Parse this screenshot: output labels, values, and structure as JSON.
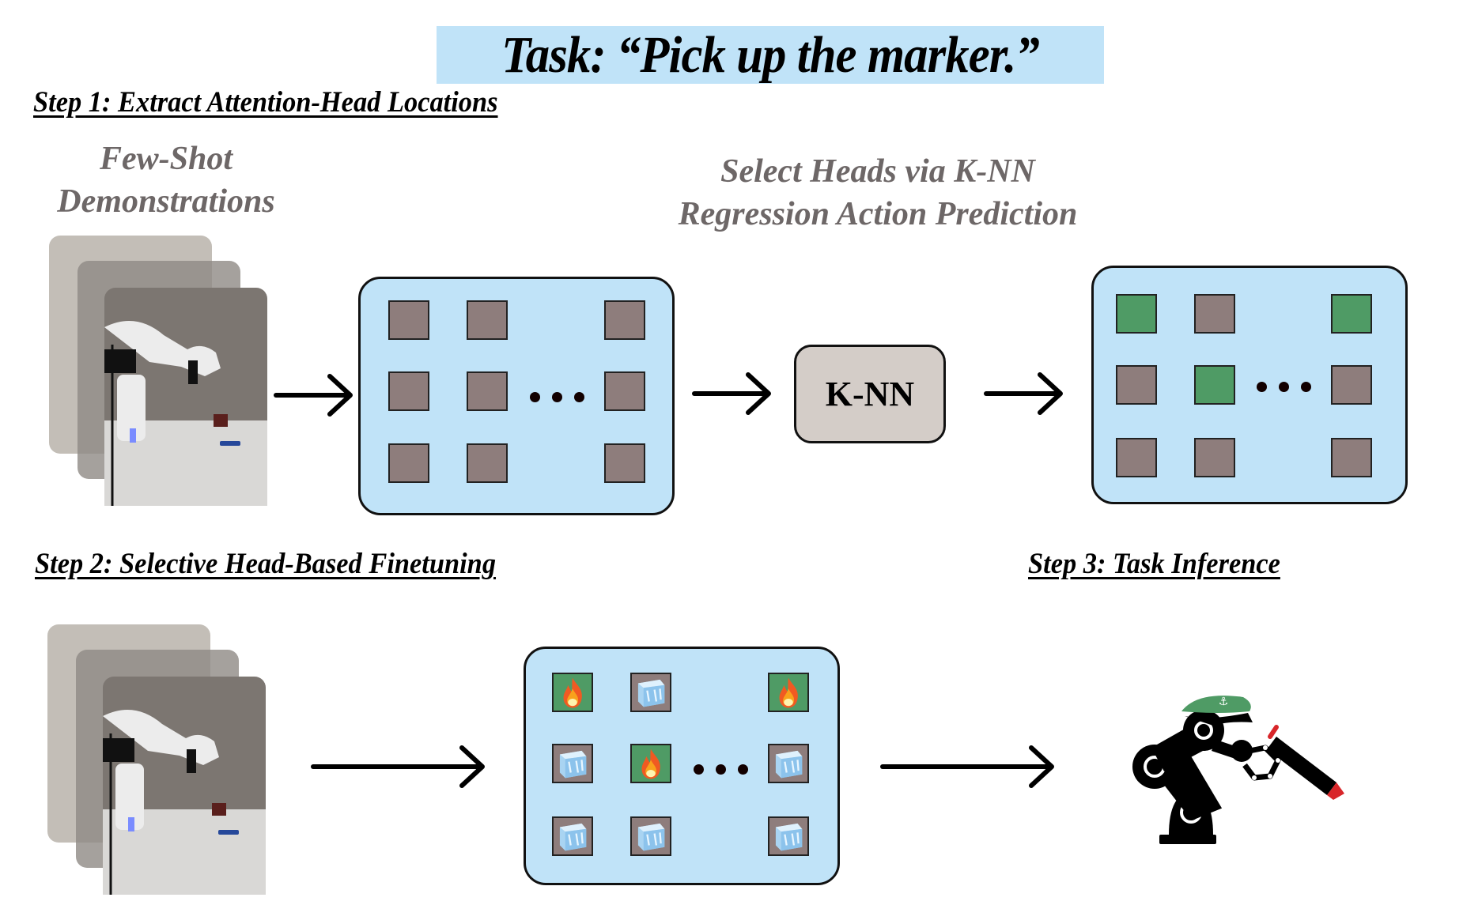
{
  "title": "Task: “Pick up the marker.”",
  "steps": {
    "step1": "Step 1: Extract Attention-Head Locations",
    "step2": "Step 2: Selective Head-Based Finetuning",
    "step3": "Step 3: Task Inference"
  },
  "captions": {
    "demos_line1": "Few-Shot",
    "demos_line2": "Demonstrations",
    "select_line1": "Select Heads via K-NN",
    "select_line2": "Regression Action Prediction"
  },
  "knn_label": "K-NN",
  "colors": {
    "panel_bg": "#c0e3f8",
    "head_unselected": "#8e7d7c",
    "head_selected": "#4f9b65",
    "knn_bg": "#d4cdc8",
    "caption_gray": "#6d6767"
  },
  "grids": {
    "all_heads": {
      "rows": [
        [
          "unselected",
          "unselected",
          "unselected"
        ],
        [
          "unselected",
          "unselected",
          "unselected"
        ],
        [
          "unselected",
          "unselected",
          "unselected"
        ]
      ]
    },
    "selected_heads": {
      "rows": [
        [
          "selected",
          "unselected",
          "selected"
        ],
        [
          "unselected",
          "selected",
          "unselected"
        ],
        [
          "unselected",
          "unselected",
          "unselected"
        ]
      ]
    },
    "finetune_heads": {
      "rows": [
        [
          "fire",
          "ice",
          "fire"
        ],
        [
          "ice",
          "fire",
          "ice"
        ],
        [
          "ice",
          "ice",
          "ice"
        ]
      ]
    }
  },
  "icons": {
    "fire": "fire-icon",
    "ice": "ice-cube-icon",
    "robot": "robot-arm-captain-hat-marker-icon"
  }
}
